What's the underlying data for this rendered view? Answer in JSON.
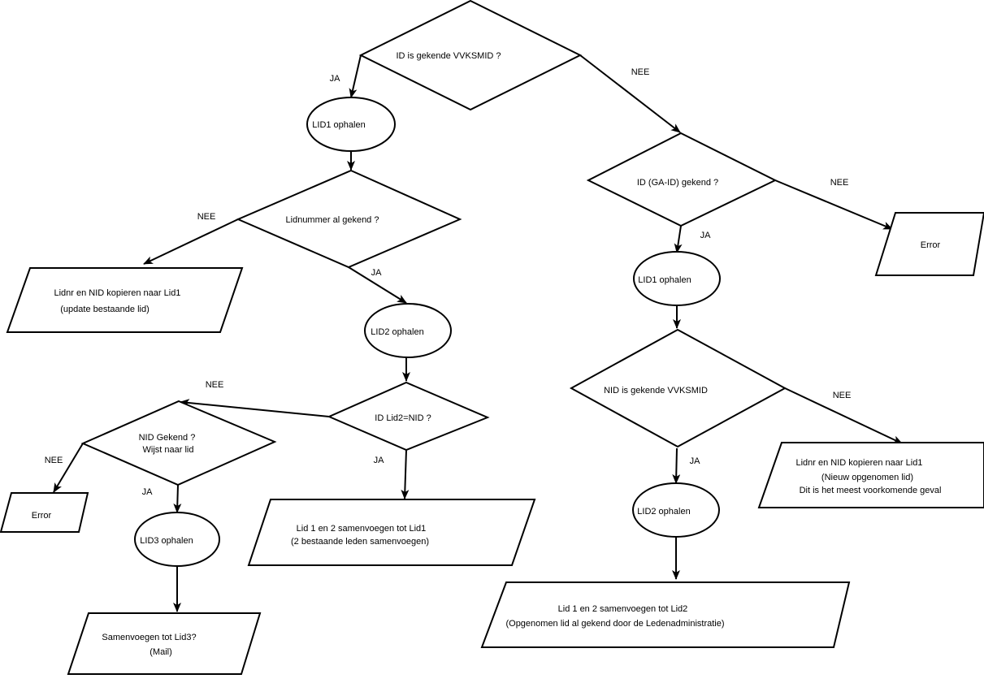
{
  "nodes": {
    "d1": [
      "ID is gekende VVKSMID ?"
    ],
    "lid1_a": [
      "LID1 ophalen"
    ],
    "d2": [
      "Lidnummer al gekend  ?"
    ],
    "copy_a": [
      "Lidnr en NID kopieren naar Lid1",
      "(update bestaande lid)"
    ],
    "lid2_a": [
      "LID2 ophalen"
    ],
    "d3": [
      "ID Lid2=NID ?"
    ],
    "d4": [
      "NID Gekend ?",
      "Wijst naar lid"
    ],
    "err_a": [
      "Error"
    ],
    "lid3": [
      "LID3 ophalen"
    ],
    "merge3": [
      "Samenvoegen tot  Lid3?",
      "(Mail)"
    ],
    "merge_a": [
      "Lid 1 en 2 samenvoegen tot   Lid1",
      "(2 bestaande leden samenvoegen)"
    ],
    "d5": [
      "ID (GA-ID) gekend ?"
    ],
    "err_b": [
      "Error"
    ],
    "lid1_b": [
      "LID1 ophalen"
    ],
    "d6": [
      "NID is gekende VVKSMID"
    ],
    "copy_b": [
      "Lidnr en NID kopieren naar Lid1",
      "(Nieuw opgenomen lid)",
      "Dit is het meest voorkomende geval"
    ],
    "lid2_b": [
      "LID2 ophalen"
    ],
    "merge_b": [
      "Lid 1 en 2 samenvoegen tot   Lid2",
      "(Opgenomen lid al gekend door de Ledenadministratie)"
    ]
  },
  "edge_labels": {
    "d1_ja": "JA",
    "d1_nee": "NEE",
    "d2_nee": "NEE",
    "d2_ja": "JA",
    "d3_nee": "NEE",
    "d3_ja": "JA",
    "d4_nee": "NEE",
    "d4_ja": "JA",
    "d5_nee": "NEE",
    "d5_ja": "JA",
    "d6_nee": "NEE",
    "d6_ja": "JA"
  }
}
